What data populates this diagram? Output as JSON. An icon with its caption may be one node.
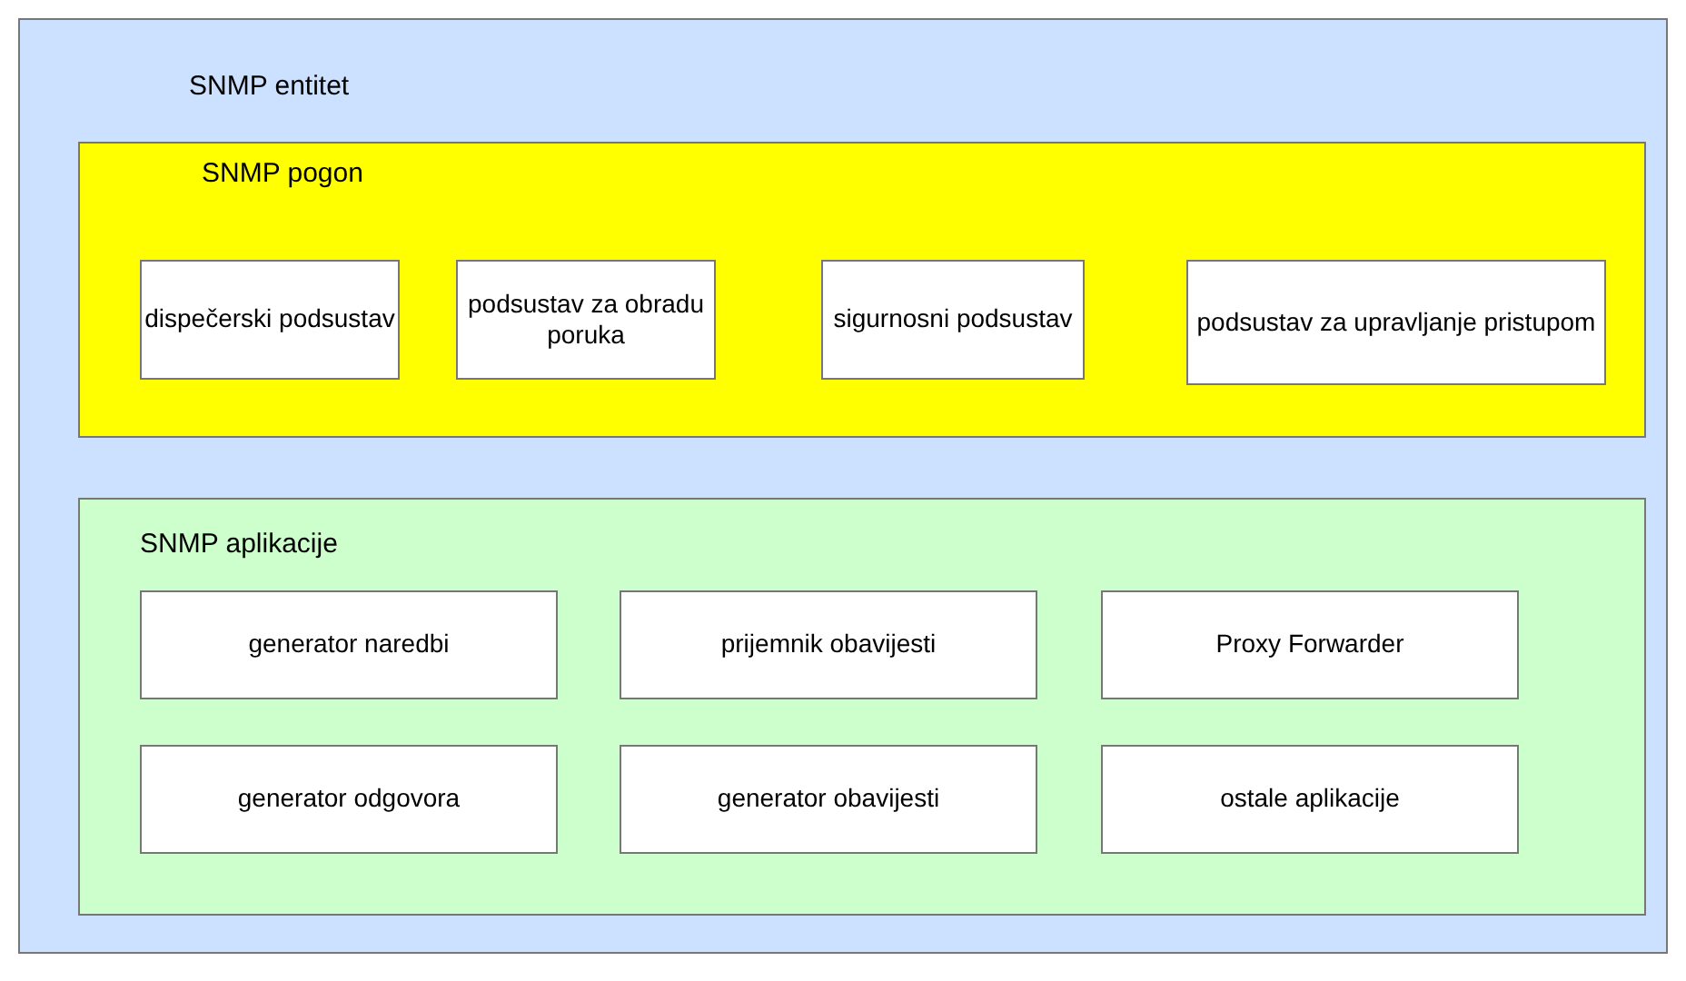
{
  "diagram": {
    "nodes": [
      {
        "text": [
          "SNMP entitet"
        ]
      },
      {
        "text": [
          "SNMP pogon"
        ],
        "in": 0
      },
      {
        "text": [
          "dispečerski podsustav"
        ],
        "in": 1
      },
      {
        "text": [
          "podsustav za obradu poruka"
        ],
        "in": 1
      },
      {
        "text": [
          "sigurnosni podsustav"
        ],
        "in": 1
      },
      {
        "text": [
          "podsustav za upravljanje pristupom"
        ],
        "in": 1
      },
      {
        "text": [
          "SNMP aplikacije"
        ],
        "in": 0
      },
      {
        "text": [
          "generator naredbi"
        ],
        "in": 6
      },
      {
        "text": [
          "prijemnik obavijesti"
        ],
        "in": 6
      },
      {
        "text": [
          "Proxy Forwarder"
        ],
        "in": 6
      },
      {
        "text": [
          "generator odgovora"
        ],
        "in": 6
      },
      {
        "text": [
          "generator obavijesti"
        ],
        "in": 6
      },
      {
        "text": [
          "ostale aplikacije"
        ],
        "in": 6
      }
    ]
  }
}
